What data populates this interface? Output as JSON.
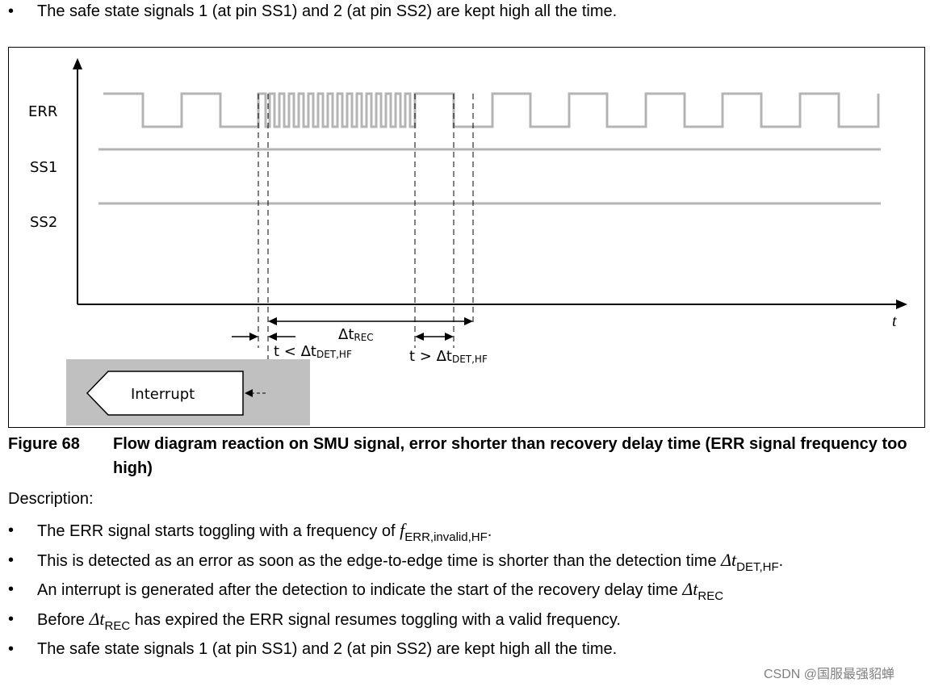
{
  "intro_bullet": {
    "marker": "•",
    "text": "The safe state signals 1 (at pin SS1) and 2 (at pin SS2) are kept high all the time."
  },
  "diagram": {
    "signal_labels": [
      "ERR",
      "SS1",
      "SS2"
    ],
    "axis_label": "t",
    "dt_rec_label": {
      "main": "Δt",
      "sub": "REC"
    },
    "short_label": {
      "main": "t < Δt",
      "sub": "DET,HF"
    },
    "long_label": {
      "main": "t > Δt",
      "sub": "DET,HF"
    },
    "interrupt_label": "Interrupt",
    "colors": {
      "signal": "#b4b4b4",
      "interrupt_box": "#c0c0c0",
      "axis": "#000000"
    }
  },
  "caption": {
    "number": "Figure 68",
    "title": "Flow diagram reaction on SMU signal, error shorter than recovery delay time (ERR signal frequency too high)"
  },
  "description": {
    "label": "Description:",
    "bullets": [
      {
        "before": "The ERR signal starts toggling with a frequency of ",
        "sym": "f",
        "sub": "ERR,invalid,HF",
        "after": "."
      },
      {
        "before": "This is detected as an error as soon as the edge-to-edge time is shorter than the detection time ",
        "sym": "Δt",
        "sub": "DET,HF",
        "after": "."
      },
      {
        "before": "An interrupt is generated after the detection to indicate the start of the recovery delay time ",
        "sym": "Δt",
        "sub": "REC",
        "after": ""
      },
      {
        "before": "Before ",
        "sym": "Δt",
        "sub": "REC",
        "after": " has expired the ERR signal resumes toggling with a valid frequency."
      },
      {
        "before": "The safe state signals 1 (at pin SS1) and 2 (at pin SS2) are kept high all the time.",
        "sym": "",
        "sub": "",
        "after": ""
      }
    ]
  },
  "watermark": "CSDN @国服最强貂蝉"
}
